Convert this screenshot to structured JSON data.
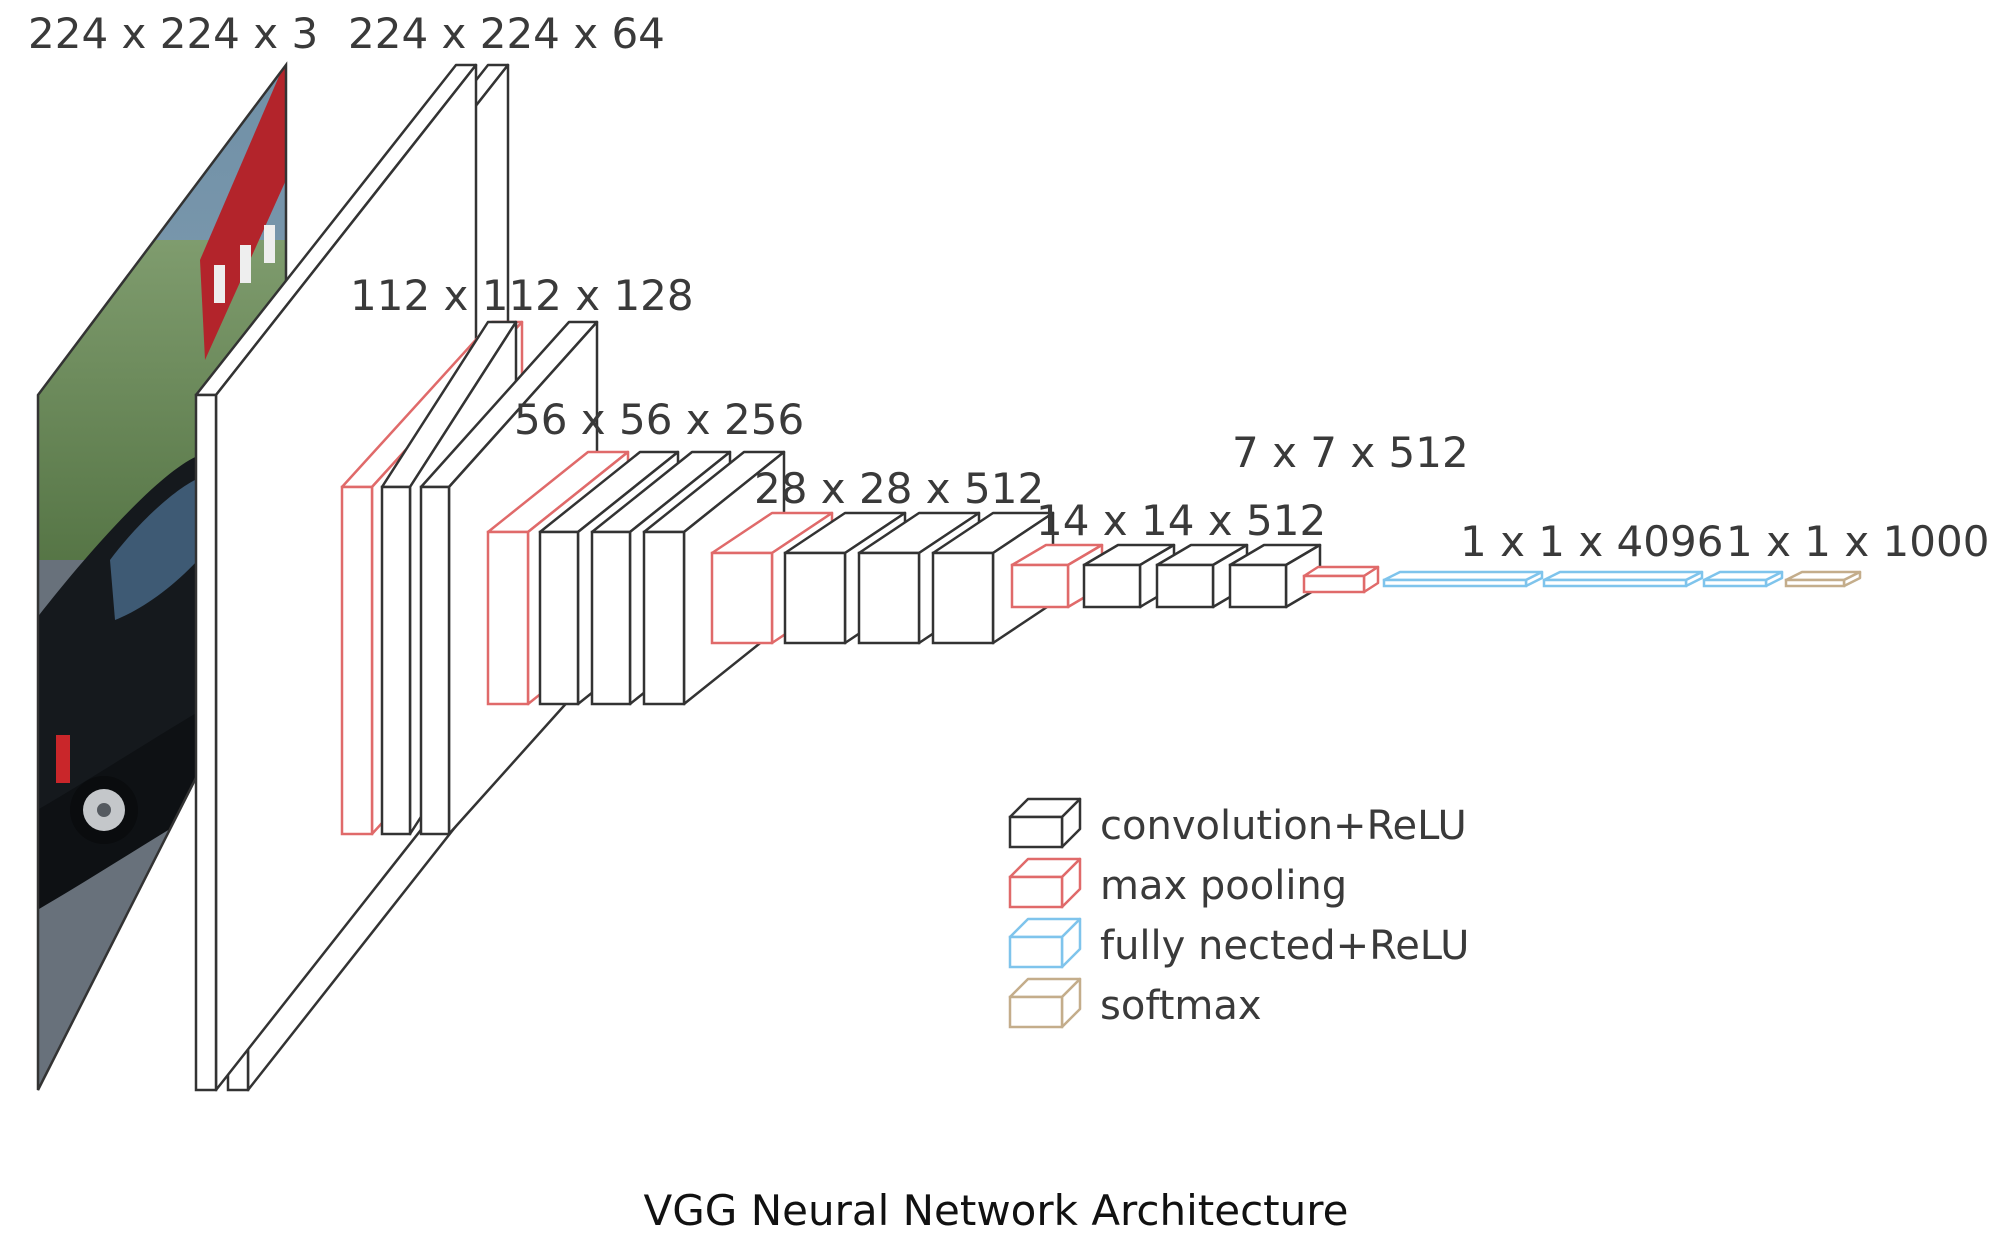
{
  "colors": {
    "convolution_relu": "#333333",
    "max_pooling": "#e06a6a",
    "fully_connected_relu": "#7fc4ec",
    "softmax": "#c4ad8b"
  },
  "input_image": "photo of a dark sedan on a road with grass and a red building behind",
  "layers": [
    {
      "type": "convolution_relu",
      "dims": "224 x 224 x 64",
      "count": 2
    },
    {
      "type": "max_pooling",
      "dims": "112 x 112 x 128"
    },
    {
      "type": "convolution_relu",
      "dims": "112 x 112 x 128",
      "count": 2
    },
    {
      "type": "max_pooling",
      "dims": "56 x 56 x 256"
    },
    {
      "type": "convolution_relu",
      "dims": "56 x 56 x 256",
      "count": 3
    },
    {
      "type": "max_pooling",
      "dims": "28 x 28 x 512"
    },
    {
      "type": "convolution_relu",
      "dims": "28 x 28 x 512",
      "count": 3
    },
    {
      "type": "max_pooling",
      "dims": "14 x 14 x 512"
    },
    {
      "type": "convolution_relu",
      "dims": "14 x 14 x 512",
      "count": 3
    },
    {
      "type": "max_pooling",
      "dims": "7 x 7 x 512"
    },
    {
      "type": "fully_connected_relu",
      "dims": "1 x 1 x 4096",
      "count": 2
    },
    {
      "type": "fully_connected_relu",
      "dims": "1 x 1 x 1000"
    },
    {
      "type": "softmax",
      "dims": "1 x 1 x 1000"
    }
  ],
  "labels": {
    "input": "224 x 224 x 3",
    "conv1": "224 x 224 x 64",
    "conv2": "112 x 112 x 128",
    "conv3": "56 x 56 x 256",
    "conv4": "28 x 28 x 512",
    "conv5": "14 x 14 x 512",
    "pool5": "7 x 7 x 512",
    "fc": "1 x 1 x 4096",
    "out": "1 x 1 x 1000"
  },
  "legend": [
    {
      "label": "convolution+ReLU",
      "type": "convolution_relu"
    },
    {
      "label": "max pooling",
      "type": "max_pooling"
    },
    {
      "label": "fully nected+ReLU",
      "type": "fully_connected_relu"
    },
    {
      "label": "softmax",
      "type": "softmax"
    }
  ],
  "caption": "VGG Neural Network Architecture"
}
